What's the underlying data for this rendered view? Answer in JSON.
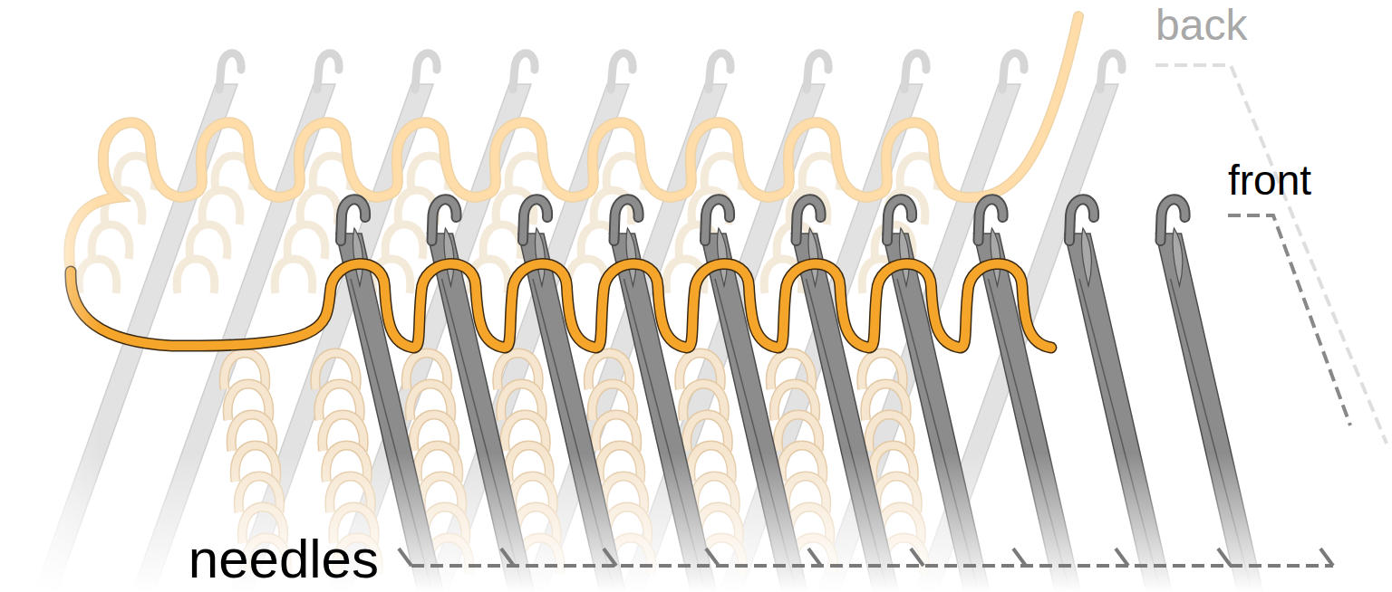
{
  "diagram": {
    "labels": [
      "back",
      "front",
      "needles"
    ]
  }
}
